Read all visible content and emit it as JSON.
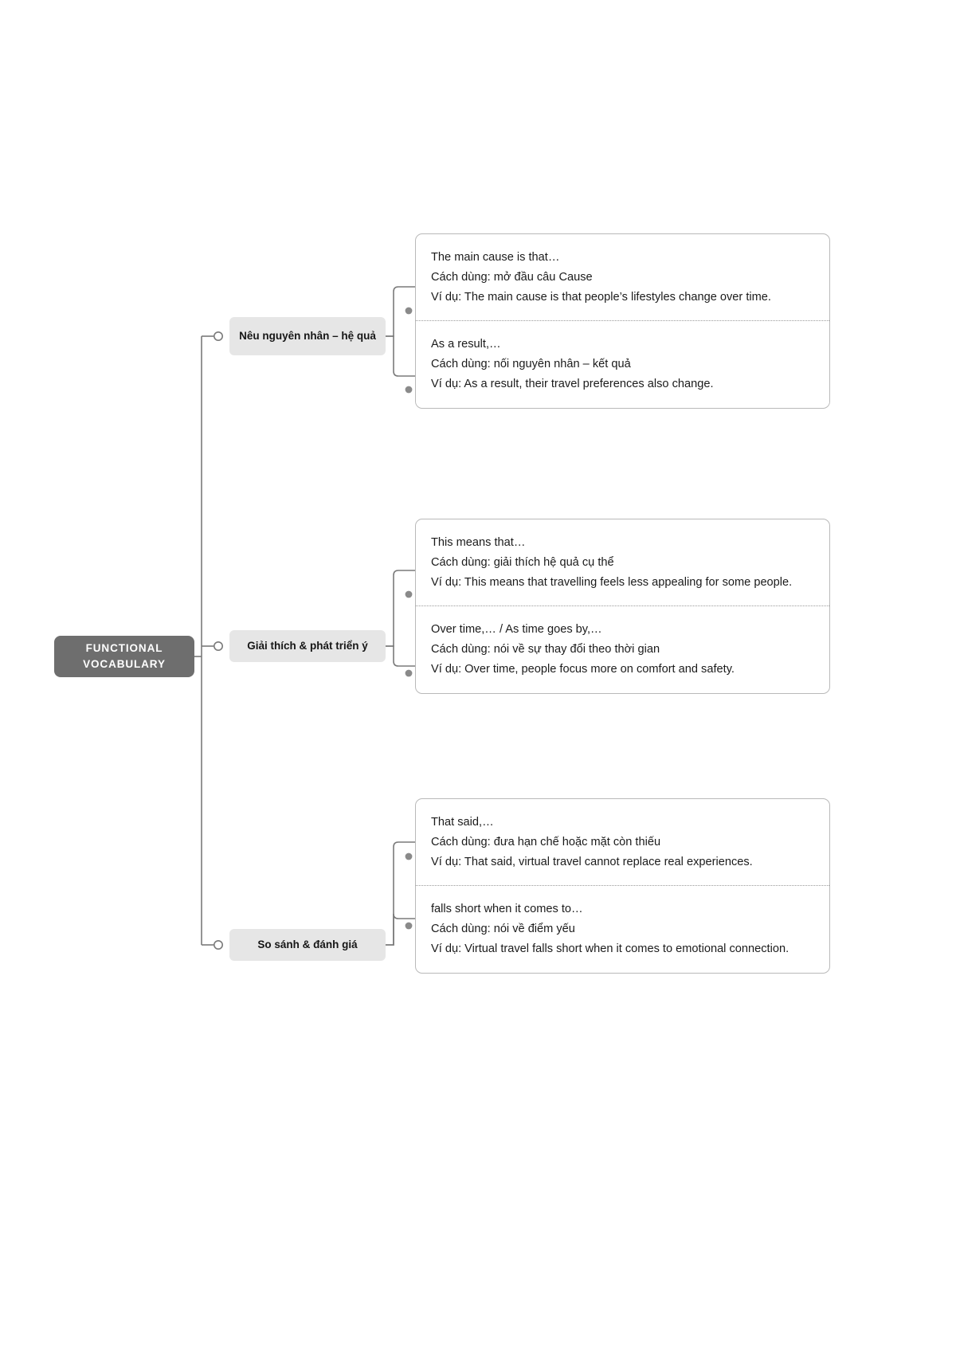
{
  "diagram": {
    "type": "mind-map",
    "root": {
      "label_line1": "FUNCTIONAL",
      "label_line2": "VOCABULARY",
      "color": "#6e6e6e",
      "text_color": "#ffffff"
    },
    "branch_color": "#e6e6e6",
    "connector_color": "#7a7a7a",
    "branches": [
      {
        "label": "Nêu nguyên nhân – hệ quả",
        "entries": [
          {
            "phrase": "The main cause is that…",
            "usage": "Cách dùng: mở đầu câu Cause",
            "example": "Ví dụ: The main cause is that people’s lifestyles change over time."
          },
          {
            "phrase": "As a result,…",
            "usage": "Cách dùng: nối nguyên nhân – kết quả",
            "example": "Ví dụ: As a result, their travel preferences also change."
          }
        ]
      },
      {
        "label": "Giải thích & phát triển ý",
        "entries": [
          {
            "phrase": "This means that…",
            "usage": "Cách dùng: giải thích hệ quả cụ thể",
            "example": "Ví dụ: This means that travelling feels less appealing for some people."
          },
          {
            "phrase": "Over time,… / As time goes by,…",
            "usage": "Cách dùng: nói về sự thay đổi theo thời gian",
            "example": "Ví dụ: Over time, people focus more on comfort and safety."
          }
        ]
      },
      {
        "label": "So sánh & đánh giá",
        "entries": [
          {
            "phrase": "That said,…",
            "usage": "Cách dùng: đưa hạn chế hoặc mặt còn thiếu",
            "example": "Ví dụ: That said, virtual travel cannot replace real experiences."
          },
          {
            "phrase": "falls short when it comes to…",
            "usage": "Cách dùng: nói về điểm yếu",
            "example": "Ví dụ: Virtual travel falls short when it comes to emotional connection."
          }
        ]
      }
    ]
  }
}
